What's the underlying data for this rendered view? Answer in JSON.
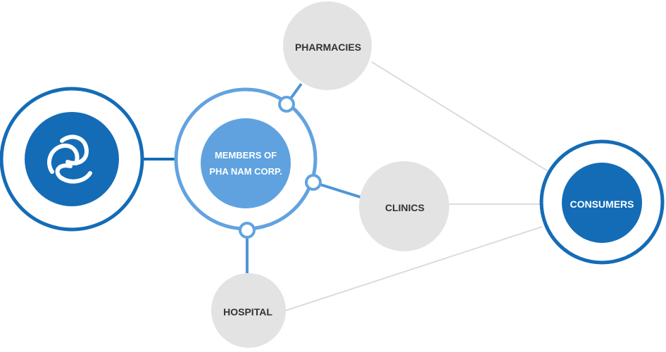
{
  "colors": {
    "dark_blue": "#146cb6",
    "mid_blue": "#5fa2df",
    "ring_blue": "#62a3df",
    "grey_node": "#e3e3e3",
    "grey_line": "#dcdcdc",
    "dark_text": "#333333",
    "white": "#ffffff"
  },
  "logo": {
    "icon": "company-logo-icon"
  },
  "center": {
    "line1": "MEMBERS OF",
    "line2": "PHA NAM CORP."
  },
  "nodes": {
    "pharmacies": "PHARMACIES",
    "clinics": "CLINICS",
    "hospital": "HOSPITAL",
    "consumers": "CONSUMERS"
  }
}
